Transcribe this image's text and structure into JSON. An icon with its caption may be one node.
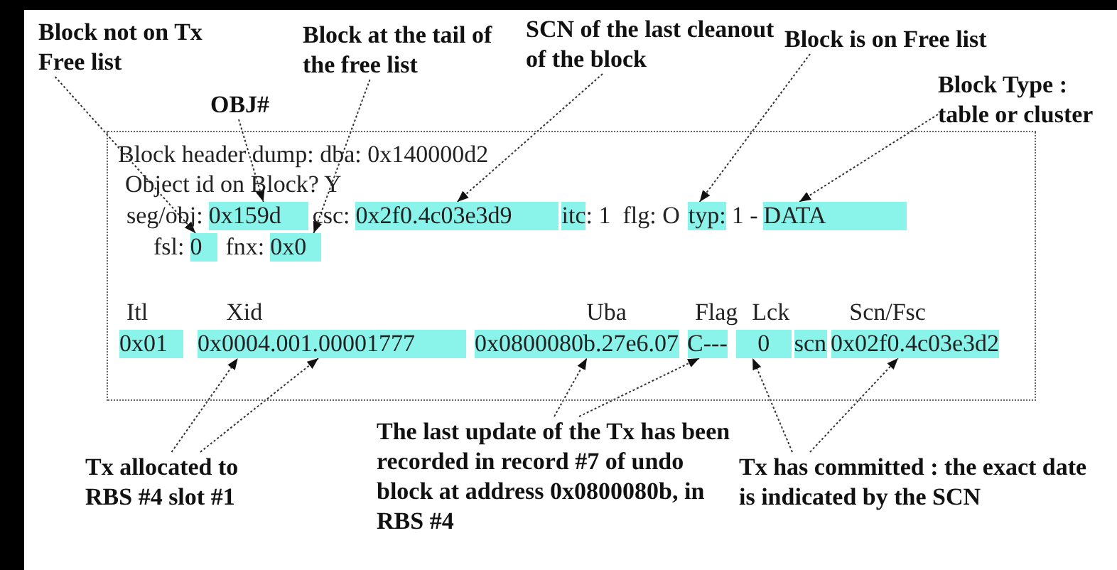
{
  "diagram": {
    "nodes": [
      {
        "text": [
          "Block not on Tx Free list"
        ]
      },
      {
        "text": [
          "Block at the tail of the free list"
        ]
      },
      {
        "text": [
          "SCN of the last cleanout of the block"
        ]
      },
      {
        "text": [
          "Block is on Free list"
        ]
      },
      {
        "text": [
          "OBJ#"
        ]
      },
      {
        "text": [
          "Block Type : table or cluster"
        ]
      },
      {
        "text": [],
        "shape": "box"
      },
      {
        "text": [
          "0x159d"
        ],
        "in": 6
      },
      {
        "text": [
          "0x2f0.4c03e3d9"
        ],
        "in": 6
      },
      {
        "text": [
          "itc"
        ],
        "in": 6
      },
      {
        "text": [
          "typ:"
        ],
        "in": 6
      },
      {
        "text": [
          "DATA"
        ],
        "in": 6
      },
      {
        "text": [
          "0"
        ],
        "in": 6
      },
      {
        "text": [
          "0x0"
        ],
        "in": 6
      },
      {
        "text": [
          "0x01"
        ],
        "in": 6
      },
      {
        "text": [
          "0x0004.001.00001777"
        ],
        "in": 6
      },
      {
        "text": [
          "0x0800080b.27e6.07"
        ],
        "in": 6
      },
      {
        "text": [
          "C---"
        ],
        "in": 6
      },
      {
        "text": [
          "0"
        ],
        "in": 6
      },
      {
        "text": [
          "scn"
        ],
        "in": 6
      },
      {
        "text": [
          "0x02f0.4c03e3d2"
        ],
        "in": 6
      },
      {
        "text": [
          "Tx allocated to RBS #4 slot #1"
        ]
      },
      {
        "text": [
          "The last update of the Tx has been recorded in record #7 of undo block at address 0x0800080b, in RBS #4"
        ]
      },
      {
        "text": [
          "Tx has committed : the exact date is indicated by the SCN"
        ]
      }
    ],
    "edges": [
      {
        "from": 0,
        "to": 12,
        "arrow": "to"
      },
      {
        "from": 1,
        "to": 13,
        "arrow": "to"
      },
      {
        "from": 4,
        "to": 7,
        "arrow": "to"
      },
      {
        "from": 2,
        "to": 8,
        "arrow": "to"
      },
      {
        "from": 3,
        "to": 10,
        "arrow": "to"
      },
      {
        "from": 5,
        "to": 11,
        "arrow": "to"
      },
      {
        "from": 21,
        "to": 15,
        "arrow": "to"
      },
      {
        "from": 21,
        "to": 15,
        "arrow": "to"
      },
      {
        "from": 22,
        "to": 16,
        "arrow": "to"
      },
      {
        "from": 22,
        "to": 17,
        "arrow": "to"
      },
      {
        "from": 23,
        "to": 18,
        "arrow": "to"
      },
      {
        "from": 23,
        "to": 20,
        "arrow": "to"
      }
    ],
    "labels": [
      "Block header dump: dba: 0x140000d2",
      "Object id on Block? Y",
      "seg/obj:",
      "csc:",
      ": 1  flg: O",
      "1 -",
      "fsl:",
      "fnx:",
      "Itl",
      "Xid",
      "Uba",
      "Flag",
      "Lck",
      "Scn/Fsc"
    ]
  }
}
